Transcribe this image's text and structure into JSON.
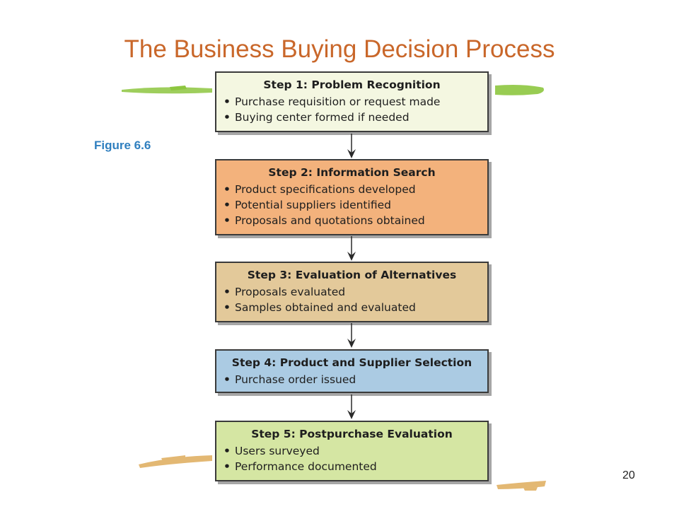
{
  "slide": {
    "title": "The Business Buying Decision Process",
    "figure_label": "Figure 6.6",
    "page_number": "20"
  },
  "colors": {
    "title": "#c9672a",
    "figure_label": "#2f7fbf",
    "deco_green": "#8dc63f",
    "deco_tan": "#e3b873"
  },
  "steps": [
    {
      "title": "Step 1: Problem Recognition",
      "color": "#f4f7e1",
      "items": [
        "Purchase requisition or request made",
        "Buying center formed if needed"
      ]
    },
    {
      "title": "Step 2: Information Search",
      "color": "#f3b27c",
      "items": [
        "Product specifications developed",
        "Potential suppliers identified",
        "Proposals and quotations obtained"
      ]
    },
    {
      "title": "Step 3: Evaluation of Alternatives",
      "color": "#e3c99a",
      "items": [
        "Proposals evaluated",
        "Samples obtained and evaluated"
      ]
    },
    {
      "title": "Step 4: Product and Supplier Selection",
      "color": "#abcbe3",
      "items": [
        "Purchase order issued"
      ]
    },
    {
      "title": "Step 5: Postpurchase Evaluation",
      "color": "#d5e6a3",
      "items": [
        "Users surveyed",
        "Performance documented"
      ]
    }
  ]
}
